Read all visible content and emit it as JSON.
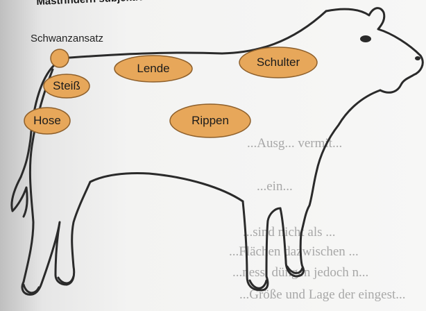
{
  "figure": {
    "title": "Mastrindern subjektiv ...",
    "tail_label": "Schwanzansatz",
    "regions": [
      {
        "id": "steiss",
        "label": "Steiß"
      },
      {
        "id": "hose",
        "label": "Hose"
      },
      {
        "id": "lende",
        "label": "Lende"
      },
      {
        "id": "schulter",
        "label": "Schulter"
      },
      {
        "id": "rippen",
        "label": "Rippen"
      }
    ],
    "background_text": [
      "...Ausg... vermit...",
      "...ein...",
      "...sind nicht als ...",
      "...Flächen dazwischen ...",
      "...ness, düngen jedoch n...",
      "...Größe und Lage der eingest..."
    ]
  },
  "colors": {
    "oval_fill": "#e7a75a",
    "oval_stroke": "#8d5f2b",
    "outline": "#2a2a2a"
  }
}
